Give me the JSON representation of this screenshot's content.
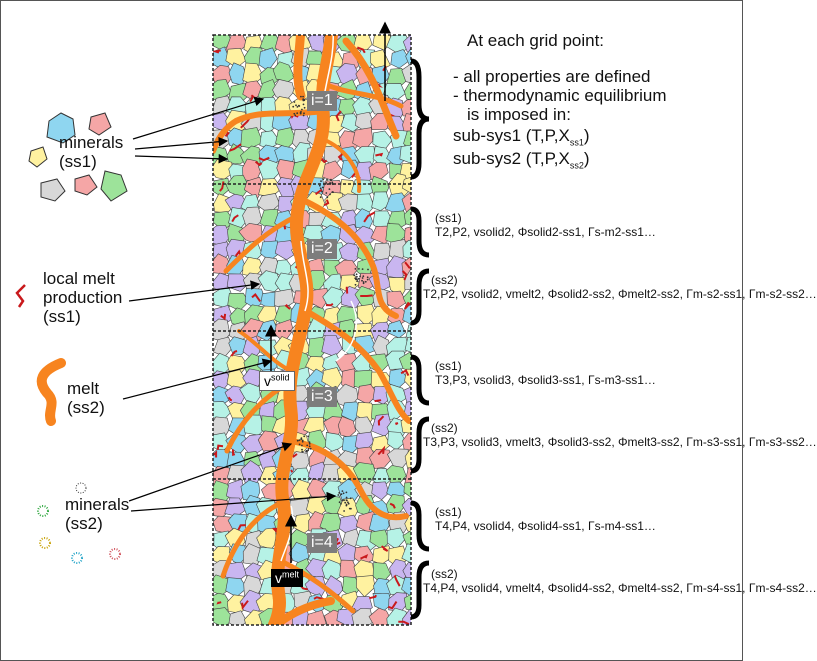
{
  "header": {
    "title": "At each grid point:",
    "bullets": [
      "- all properties are defined",
      "- thermodynamic equilibrium",
      "is imposed in:"
    ],
    "subsys1": {
      "prefix": "sub-sys1 (T,P,X",
      "sub": "ss1",
      "suffix": ")"
    },
    "subsys2": {
      "prefix": "sub-sys2 (T,P,X",
      "sub": "ss2",
      "suffix": ")"
    }
  },
  "legend": {
    "minerals_ss1": [
      "minerals",
      "(ss1)"
    ],
    "local_melt": [
      "local melt",
      "production",
      "(ss1)"
    ],
    "melt_ss2": [
      "melt",
      "(ss2)"
    ],
    "minerals_ss2": [
      "minerals",
      "(ss2)"
    ]
  },
  "grid_labels": [
    "i=1",
    "i=2",
    "i=3",
    "i=4"
  ],
  "velocity_labels": {
    "solid": {
      "base": "v",
      "sup": "solid"
    },
    "melt": {
      "base": "v",
      "sup": "melt"
    }
  },
  "equations": {
    "ss1_tag": "(ss1)",
    "ss2_tag": "(ss2)",
    "row2_ss1": "T2,P2, vsolid2, Φsolid2-ss1, Γs-m2-ss1…",
    "row2_ss2": "T2,P2, vsolid2, vmelt2, Φsolid2-ss2, Φmelt2-ss2, Γm-s2-ss1, Γm-s2-ss2…",
    "row3_ss1": "T3,P3, vsolid3, Φsolid3-ss1, Γs-m3-ss1…",
    "row3_ss2": "T3,P3, vsolid3, vmelt3, Φsolid3-ss2, Φmelt3-ss2, Γm-s3-ss1, Γm-s3-ss2…",
    "row4_ss1": "T4,P4, vsolid4, Φsolid4-ss1, Γs-m4-ss1…",
    "row4_ss2": "T4,P4, vsolid4, vmelt4, Φsolid4-ss2, Φmelt4-ss2, Γm-s4-ss1, Γm-s4-ss2…"
  },
  "colors": {
    "melt": "#f7841f",
    "local_melt": "#c9191c",
    "grain_palette": [
      "#9de39a",
      "#f5a6a6",
      "#fff2a0",
      "#8fd6f0",
      "#d8d8d8",
      "#c9b6f0",
      "#b6f2e6"
    ]
  }
}
